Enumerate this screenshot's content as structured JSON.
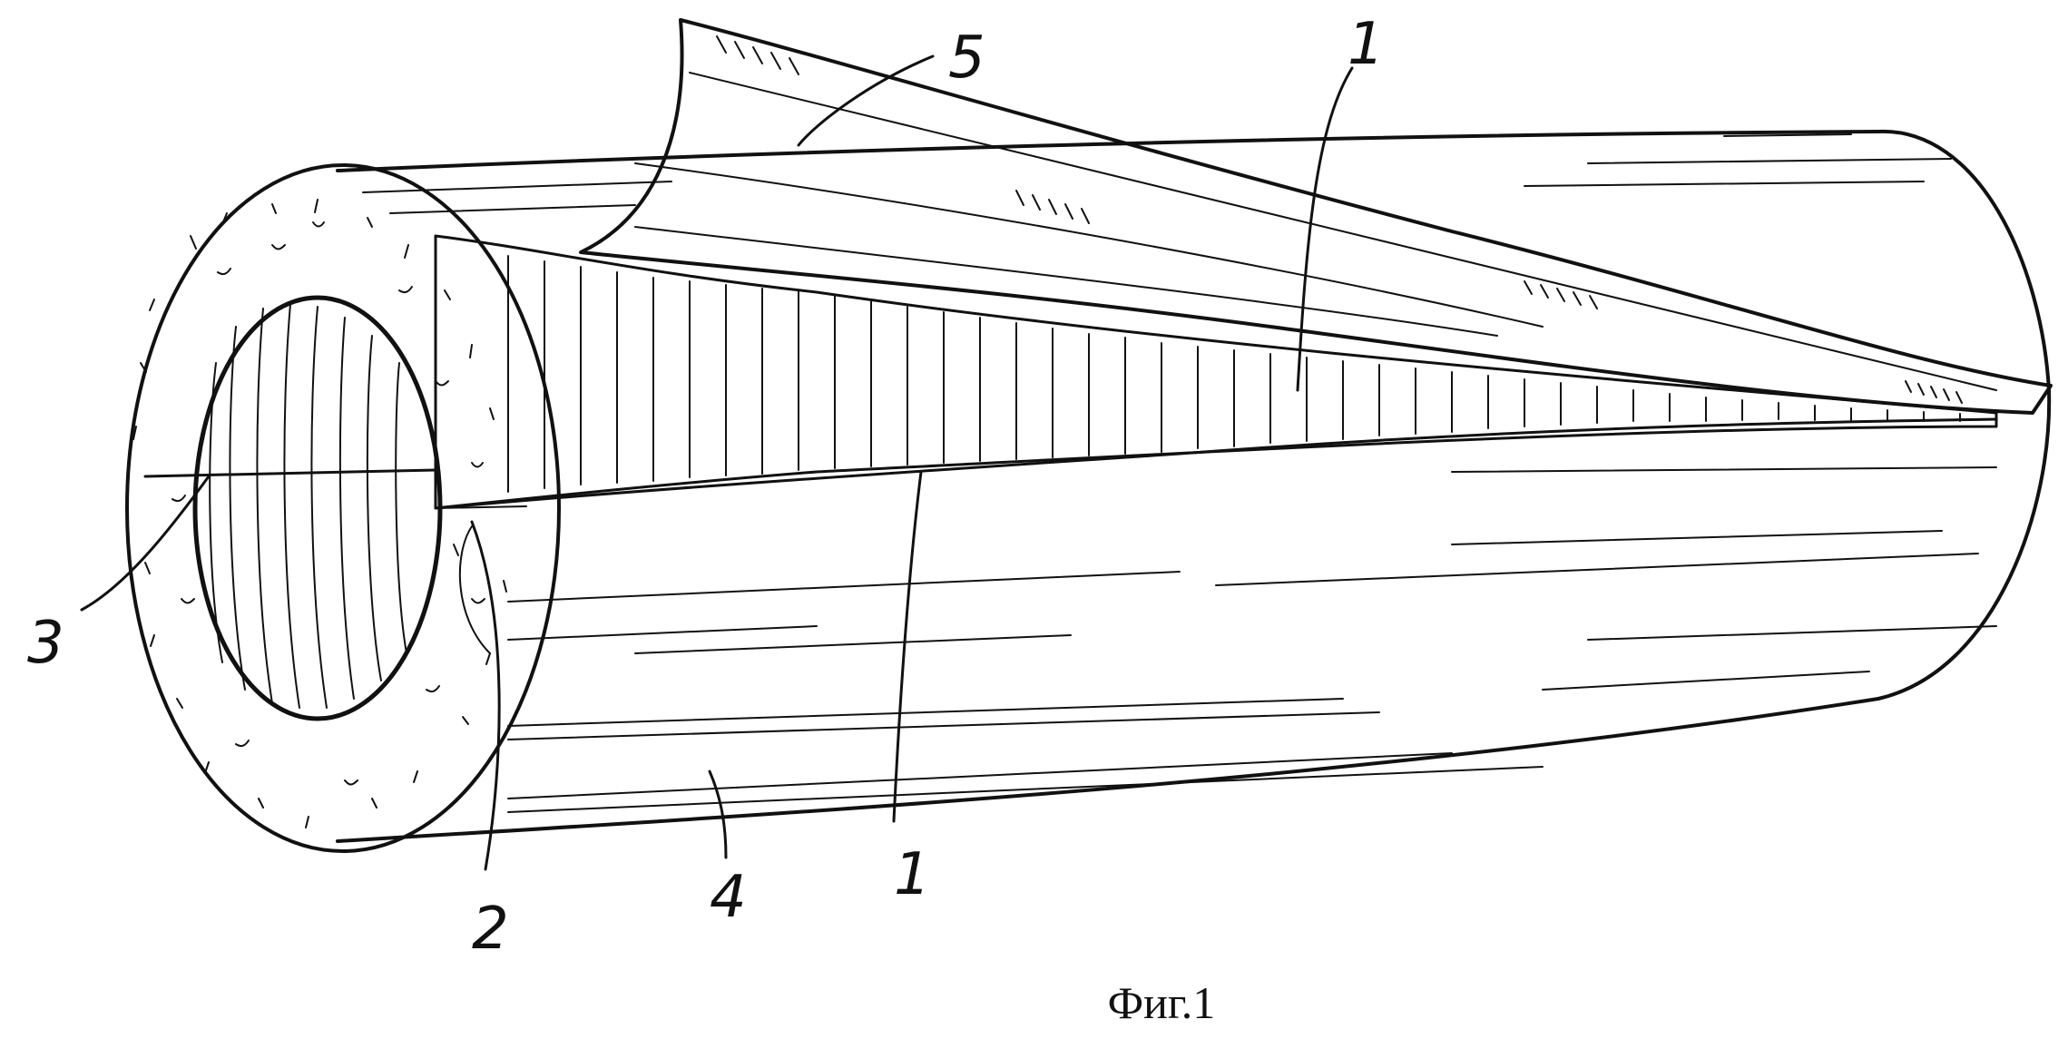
{
  "figure": {
    "caption": "Фиг.1",
    "reference_labels": {
      "inner_layer": "1",
      "inner_layer_bottom": "1",
      "slit": "2",
      "bore": "3",
      "outer_shell": "4",
      "flap": "5"
    }
  }
}
